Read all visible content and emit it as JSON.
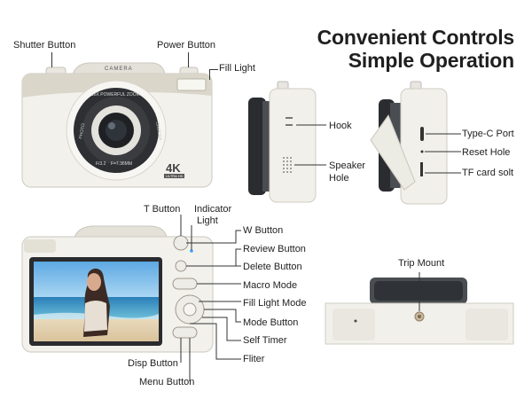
{
  "heading": {
    "line1": "Convenient Controls",
    "line2": "Simple Operation"
  },
  "front_view": {
    "top_label": "CAMERA",
    "lens_ring_text": "16X POWERFUL ZOOM",
    "lens_left": "PHOTO",
    "lens_right": "CAMERA",
    "lens_bottom": "F/3.2    F=7.36MM",
    "badge_main": "4K",
    "badge_sub": "ULTRA HD",
    "labels": {
      "shutter": "Shutter Button",
      "power": "Power Button",
      "fill_light": "Fill Light"
    }
  },
  "side_view_left": {
    "labels": {
      "hook": "Hook",
      "speaker_line1": "Speaker",
      "speaker_line2": "Hole"
    }
  },
  "side_view_right": {
    "labels": {
      "typec": "Type-C Port",
      "reset": "Reset Hole",
      "tf": "TF card solt"
    }
  },
  "back_view": {
    "labels": {
      "t_button": "T Button",
      "indicator_line1": "Indicator",
      "indicator_line2": "Light",
      "w_button": "W Button",
      "review": "Review Button",
      "delete": "Delete Button",
      "macro": "Macro Mode",
      "fill_light_mode": "Fill Light Mode",
      "mode": "Mode Button",
      "self_timer": "Self Timer",
      "filter": "Fliter",
      "disp": "Disp Button",
      "menu": "Menu Button"
    }
  },
  "bottom_view": {
    "labels": {
      "trip_mount": "Trip Mount"
    }
  },
  "colors": {
    "body": "#f1f0ea",
    "body_shade": "#dcdad2",
    "accent": "#d7d2c3",
    "lens_dark": "#2a2c30",
    "indicator": "#3aa0ff"
  }
}
